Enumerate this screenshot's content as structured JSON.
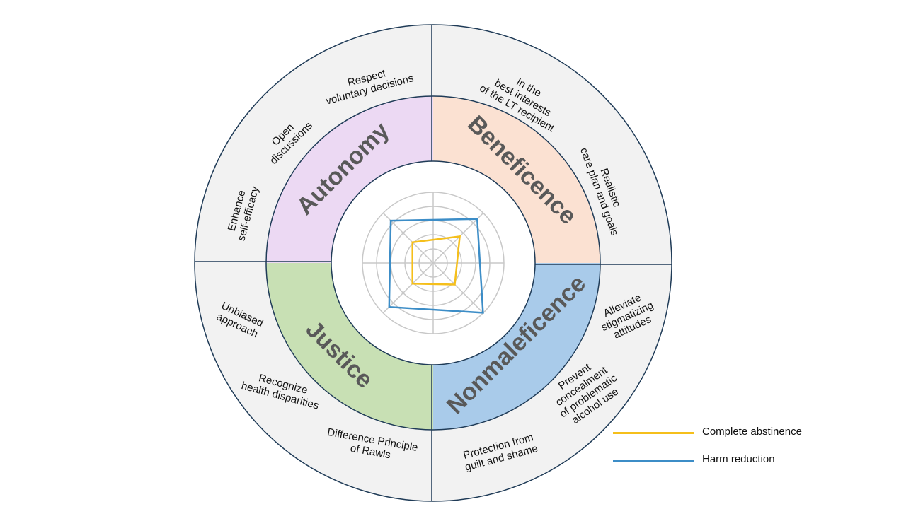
{
  "colors": {
    "outer_ring_fill": "#f2f2f2",
    "ring_stroke": "#1f3b57",
    "grid_stroke": "#c8c8c8",
    "autonomy": "#ecd9f3",
    "beneficence": "#fbe1d2",
    "justice": "#c8e0b4",
    "nonmaleficence": "#a9cbea",
    "sector_title": "#595959",
    "abstinence": "#f5bf1b",
    "harm_reduction": "#3c8dc7"
  },
  "principles": {
    "autonomy": {
      "title": "Autonomy",
      "notes": {
        "respect": [
          "Respect",
          "voluntary  decisions"
        ],
        "open": [
          "Open",
          "discussions"
        ],
        "enhance": [
          "Enhance",
          "self-efficacy"
        ]
      }
    },
    "beneficence": {
      "title": "Beneficence",
      "notes": {
        "interests": [
          "In the",
          "best interests",
          "of the LT recipient"
        ],
        "realistic": [
          "Realistic",
          "care plan and goals"
        ]
      }
    },
    "justice": {
      "title": "Justice",
      "notes": {
        "unbiased": [
          "Unbiased",
          "approach"
        ],
        "recognize": [
          "Recognize",
          "health disparities"
        ],
        "rawls": [
          "Difference Principle",
          "of Rawls"
        ]
      }
    },
    "nonmaleficence": {
      "title": "Nonmaleficence",
      "notes": {
        "stigma": [
          "Alleviate",
          "stigmatizing",
          "attitudes"
        ],
        "concealment": [
          "Prevent",
          "concealment",
          "of problematic",
          "alcohol use"
        ],
        "guilt": [
          "Protection from",
          "guilt and shame"
        ]
      }
    }
  },
  "legend": [
    {
      "label": "Complete abstinence",
      "color_key": "abstinence"
    },
    {
      "label": "Harm reduction",
      "color_key": "harm_reduction"
    }
  ],
  "radar": {
    "rings": 5,
    "spokes": 8,
    "axes_order": [
      "autonomy",
      "beneficence",
      "nonmaleficence",
      "justice"
    ],
    "series": {
      "abstinence": [
        2.5,
        3.2,
        2.6,
        2.5
      ],
      "harm_reduction": [
        5.1,
        5.3,
        6.0,
        5.3
      ]
    }
  }
}
